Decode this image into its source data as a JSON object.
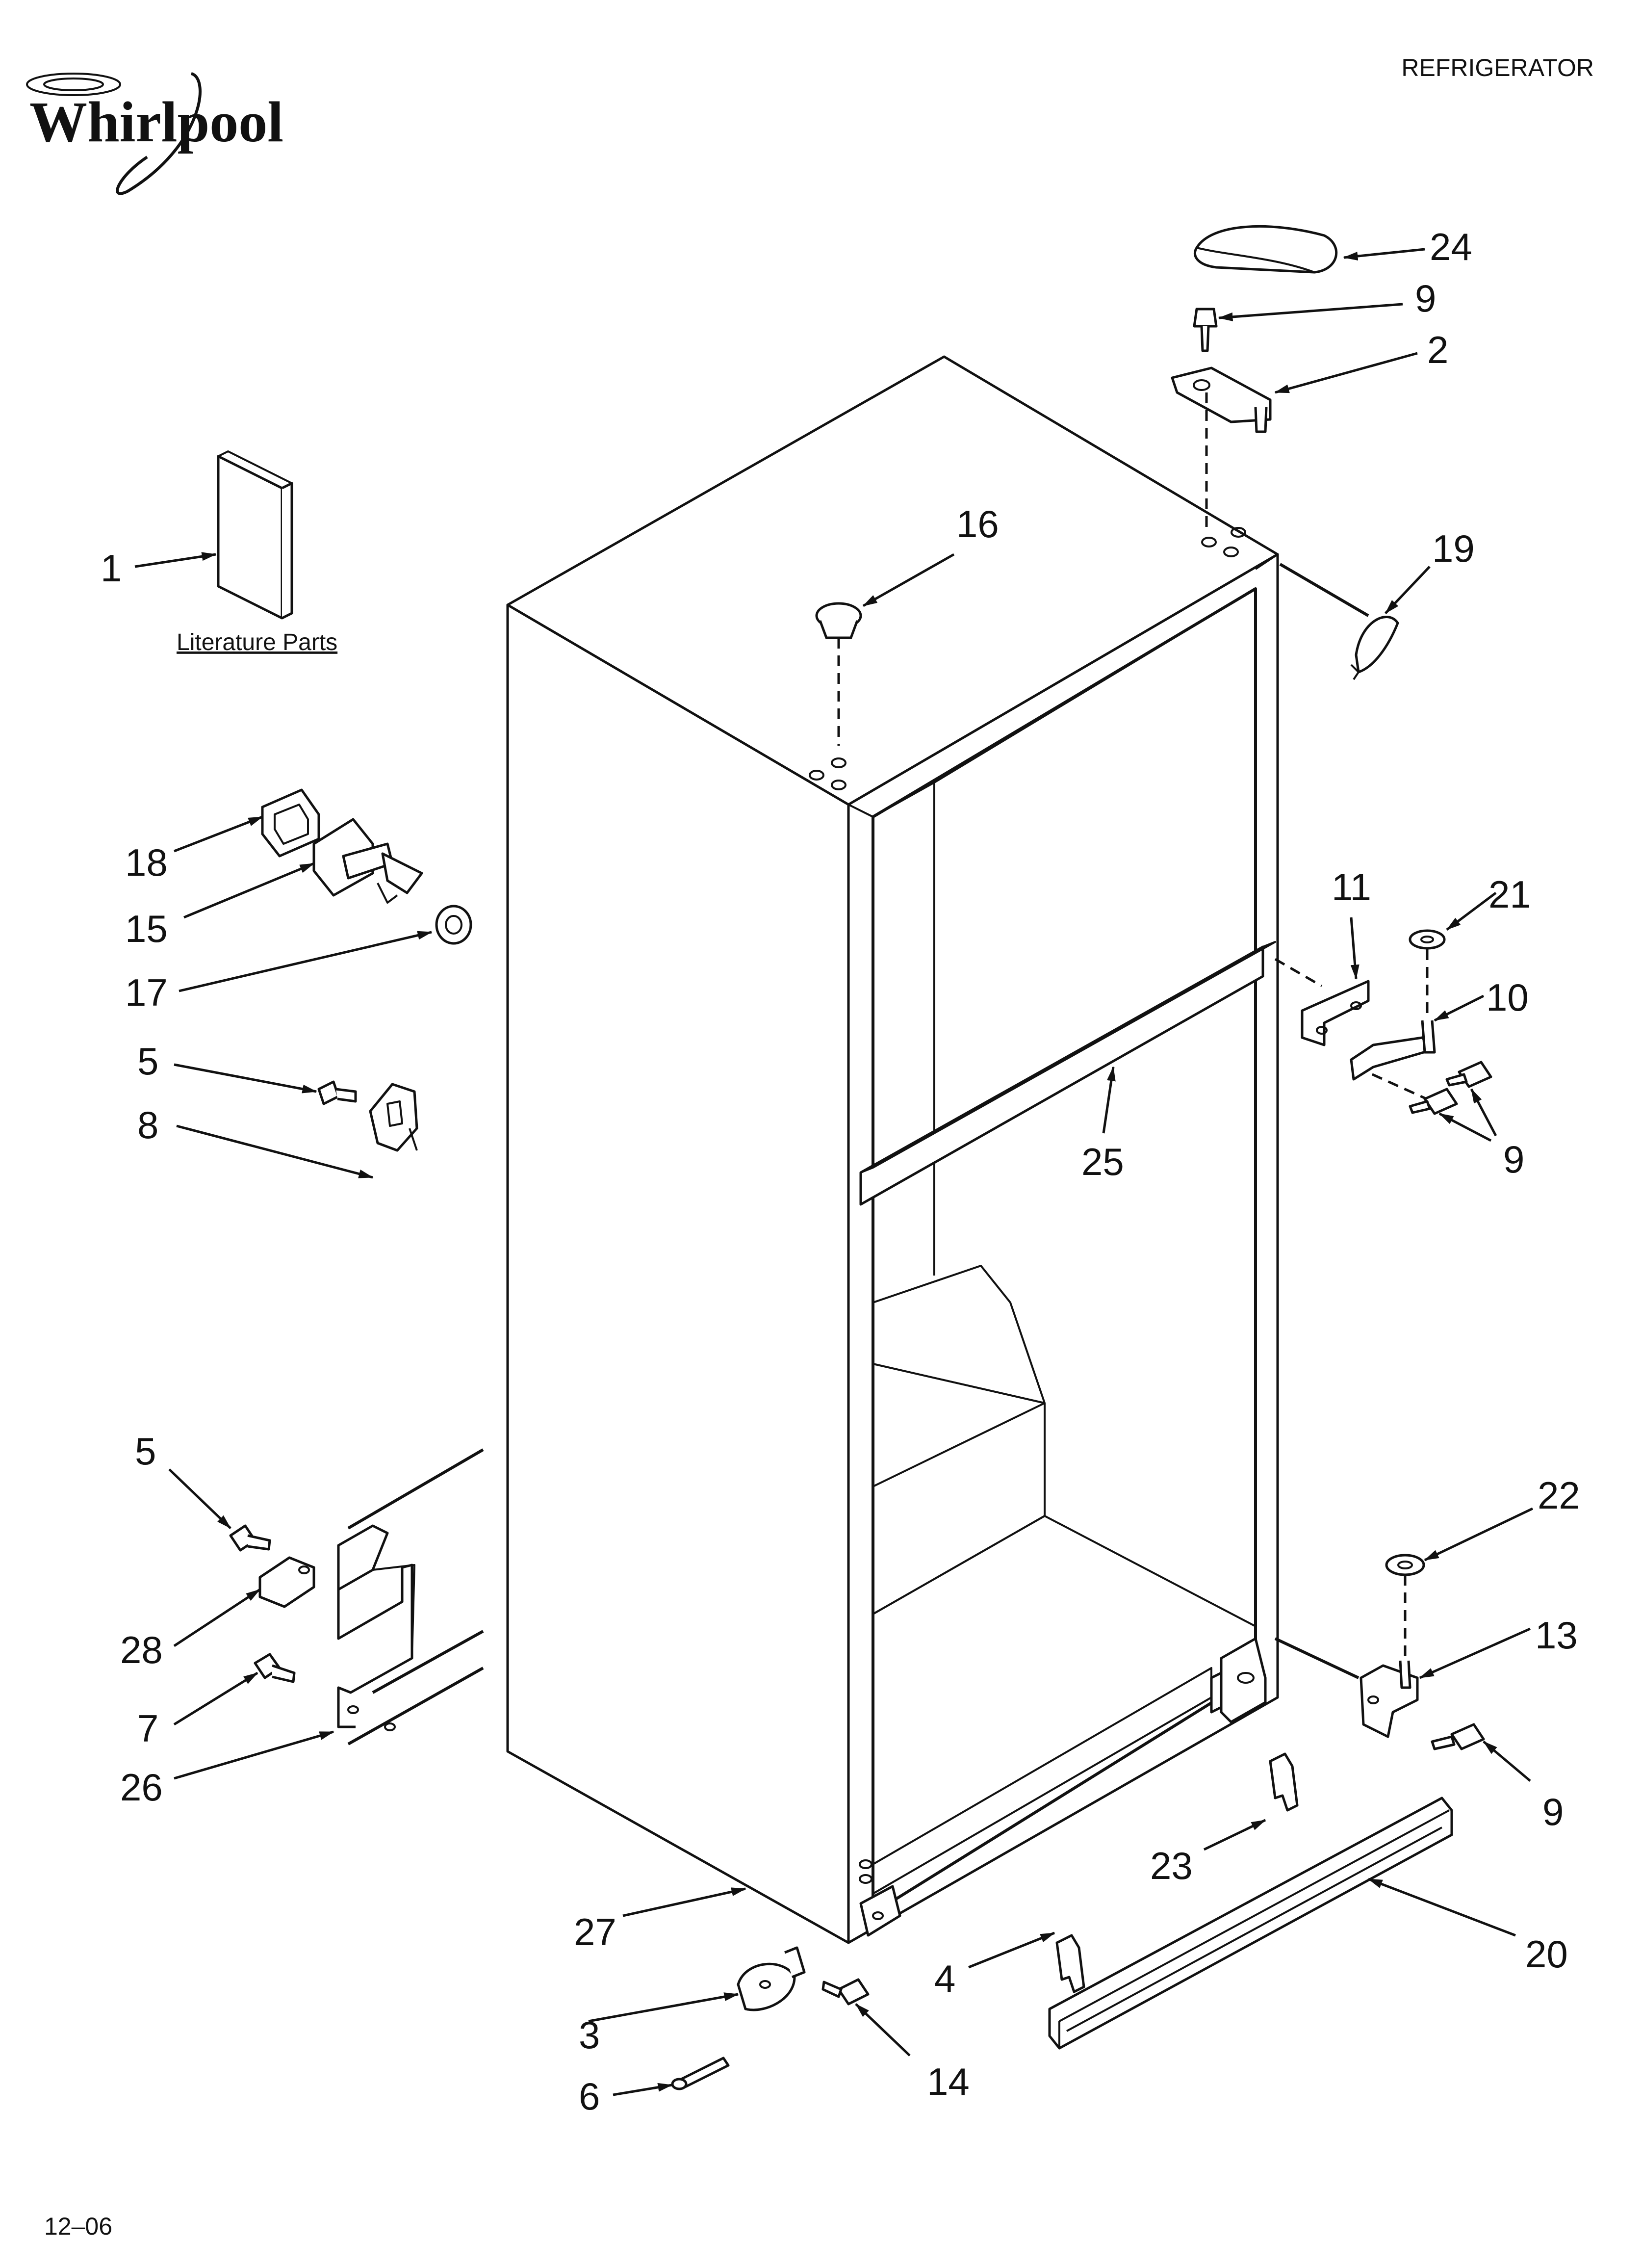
{
  "brand": "Whirlpool",
  "product": "REFRIGERATOR",
  "date_code": "12–06",
  "literature_label": "Literature Parts",
  "logo_colors": {
    "ink": "#111111",
    "paper": "#ffffff"
  },
  "callouts": [
    {
      "id": "c1",
      "label": "1"
    },
    {
      "id": "c24",
      "label": "24"
    },
    {
      "id": "c9a",
      "label": "9"
    },
    {
      "id": "c2",
      "label": "2"
    },
    {
      "id": "c16",
      "label": "16"
    },
    {
      "id": "c19",
      "label": "19"
    },
    {
      "id": "c18",
      "label": "18"
    },
    {
      "id": "c15",
      "label": "15"
    },
    {
      "id": "c17",
      "label": "17"
    },
    {
      "id": "c5a",
      "label": "5"
    },
    {
      "id": "c8",
      "label": "8"
    },
    {
      "id": "c11",
      "label": "11"
    },
    {
      "id": "c21",
      "label": "21"
    },
    {
      "id": "c10",
      "label": "10"
    },
    {
      "id": "c9b",
      "label": "9"
    },
    {
      "id": "c25",
      "label": "25"
    },
    {
      "id": "c5b",
      "label": "5"
    },
    {
      "id": "c28",
      "label": "28"
    },
    {
      "id": "c7",
      "label": "7"
    },
    {
      "id": "c26",
      "label": "26"
    },
    {
      "id": "c22",
      "label": "22"
    },
    {
      "id": "c13",
      "label": "13"
    },
    {
      "id": "c9c",
      "label": "9"
    },
    {
      "id": "c23",
      "label": "23"
    },
    {
      "id": "c27",
      "label": "27"
    },
    {
      "id": "c20",
      "label": "20"
    },
    {
      "id": "c4",
      "label": "4"
    },
    {
      "id": "c3",
      "label": "3"
    },
    {
      "id": "c14",
      "label": "14"
    },
    {
      "id": "c6",
      "label": "6"
    }
  ]
}
